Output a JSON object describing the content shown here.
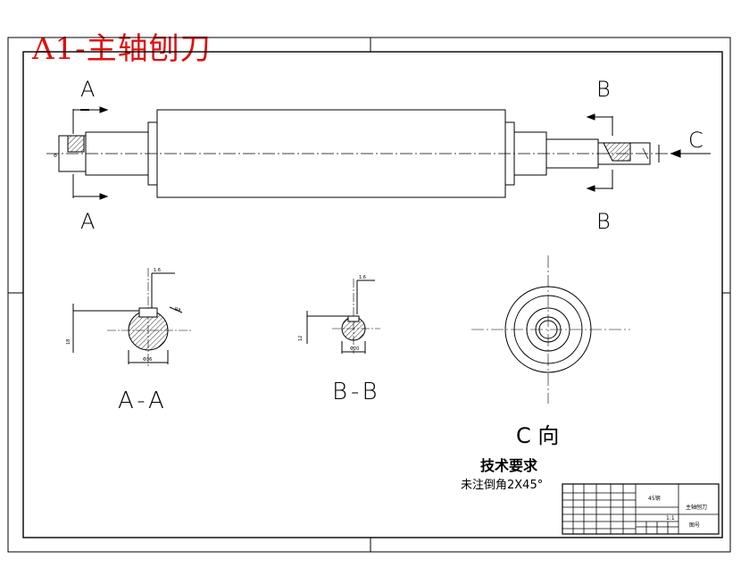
{
  "title": "A1-主轴刨刀",
  "section_markers": {
    "a_top": "A",
    "a_bottom": "A",
    "b_top": "B",
    "b_bottom": "B",
    "c_arrow": "C"
  },
  "section_labels": {
    "a_a": "A-A",
    "b_b": "B-B"
  },
  "view_c_title": "C 向",
  "technical_requirements": {
    "heading": "技术要求",
    "line_1": "未注倒角2X45°"
  },
  "title_block": {
    "part_name": "主轴刨刀",
    "material": "45钢",
    "scale": "1:1",
    "sheet": "图号"
  },
  "colors": {
    "title_red": "#e01010",
    "line": "#000000",
    "background": "#ffffff"
  }
}
